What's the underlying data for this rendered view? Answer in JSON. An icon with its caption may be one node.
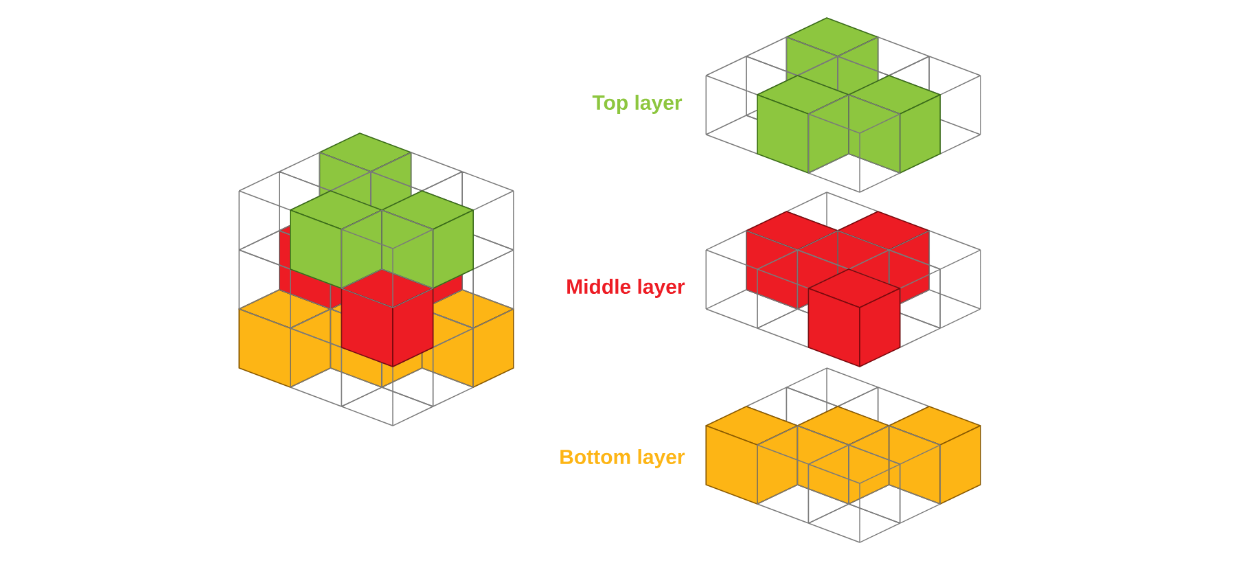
{
  "diagram": {
    "labels": [
      "Top layer",
      "Middle layer",
      "Bottom layer"
    ]
  }
}
